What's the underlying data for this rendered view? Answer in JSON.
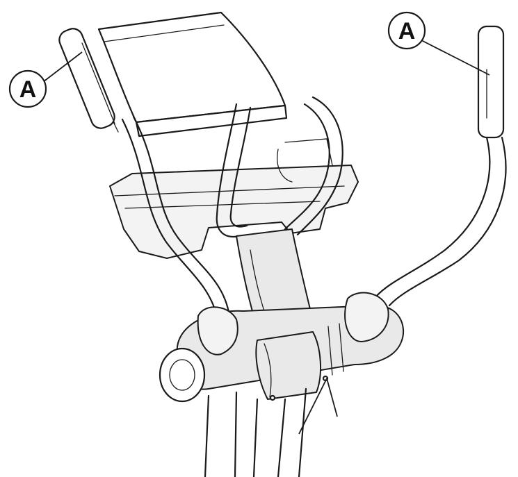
{
  "callouts": [
    {
      "id": "left",
      "label": "A"
    },
    {
      "id": "right",
      "label": "A"
    }
  ],
  "colors": {
    "ink": "#1a1a1a",
    "paper": "#ffffff",
    "shade": "#e9e9e9"
  }
}
